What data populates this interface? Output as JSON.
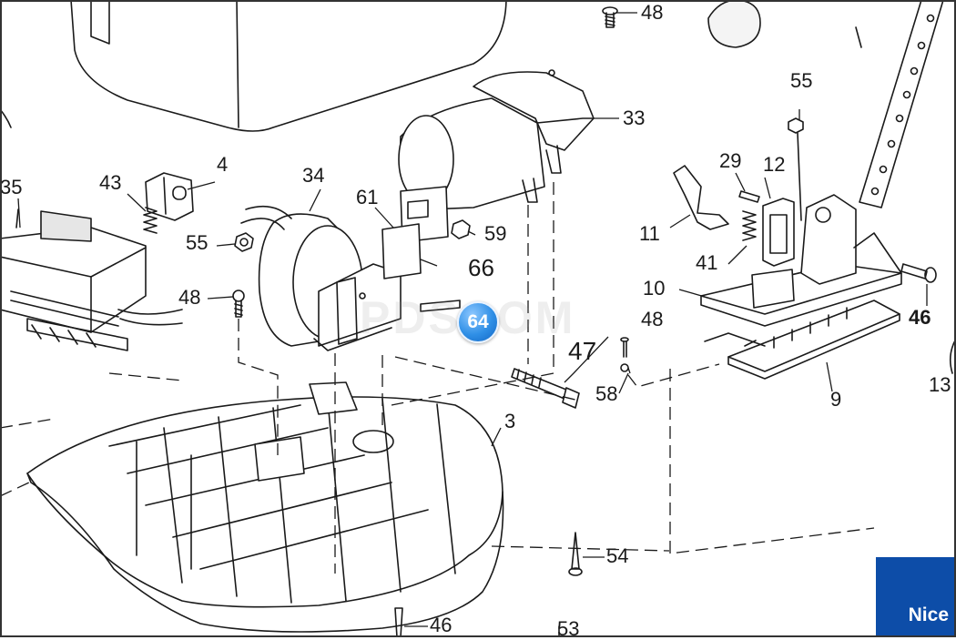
{
  "brand": {
    "name": "Nice",
    "color": "#0d4da8"
  },
  "watermark": "PDSCOM",
  "callout": {
    "label": "64",
    "color": "#2f8fe6"
  },
  "part_labels": [
    "48",
    "55",
    "33",
    "29",
    "12",
    "4",
    "34",
    "43",
    "35",
    "61",
    "59",
    "11",
    "55",
    "66",
    "41",
    "10",
    "48",
    "64",
    "46",
    "47",
    "48",
    "58",
    "9",
    "13",
    "3",
    "54",
    "46",
    "53"
  ]
}
